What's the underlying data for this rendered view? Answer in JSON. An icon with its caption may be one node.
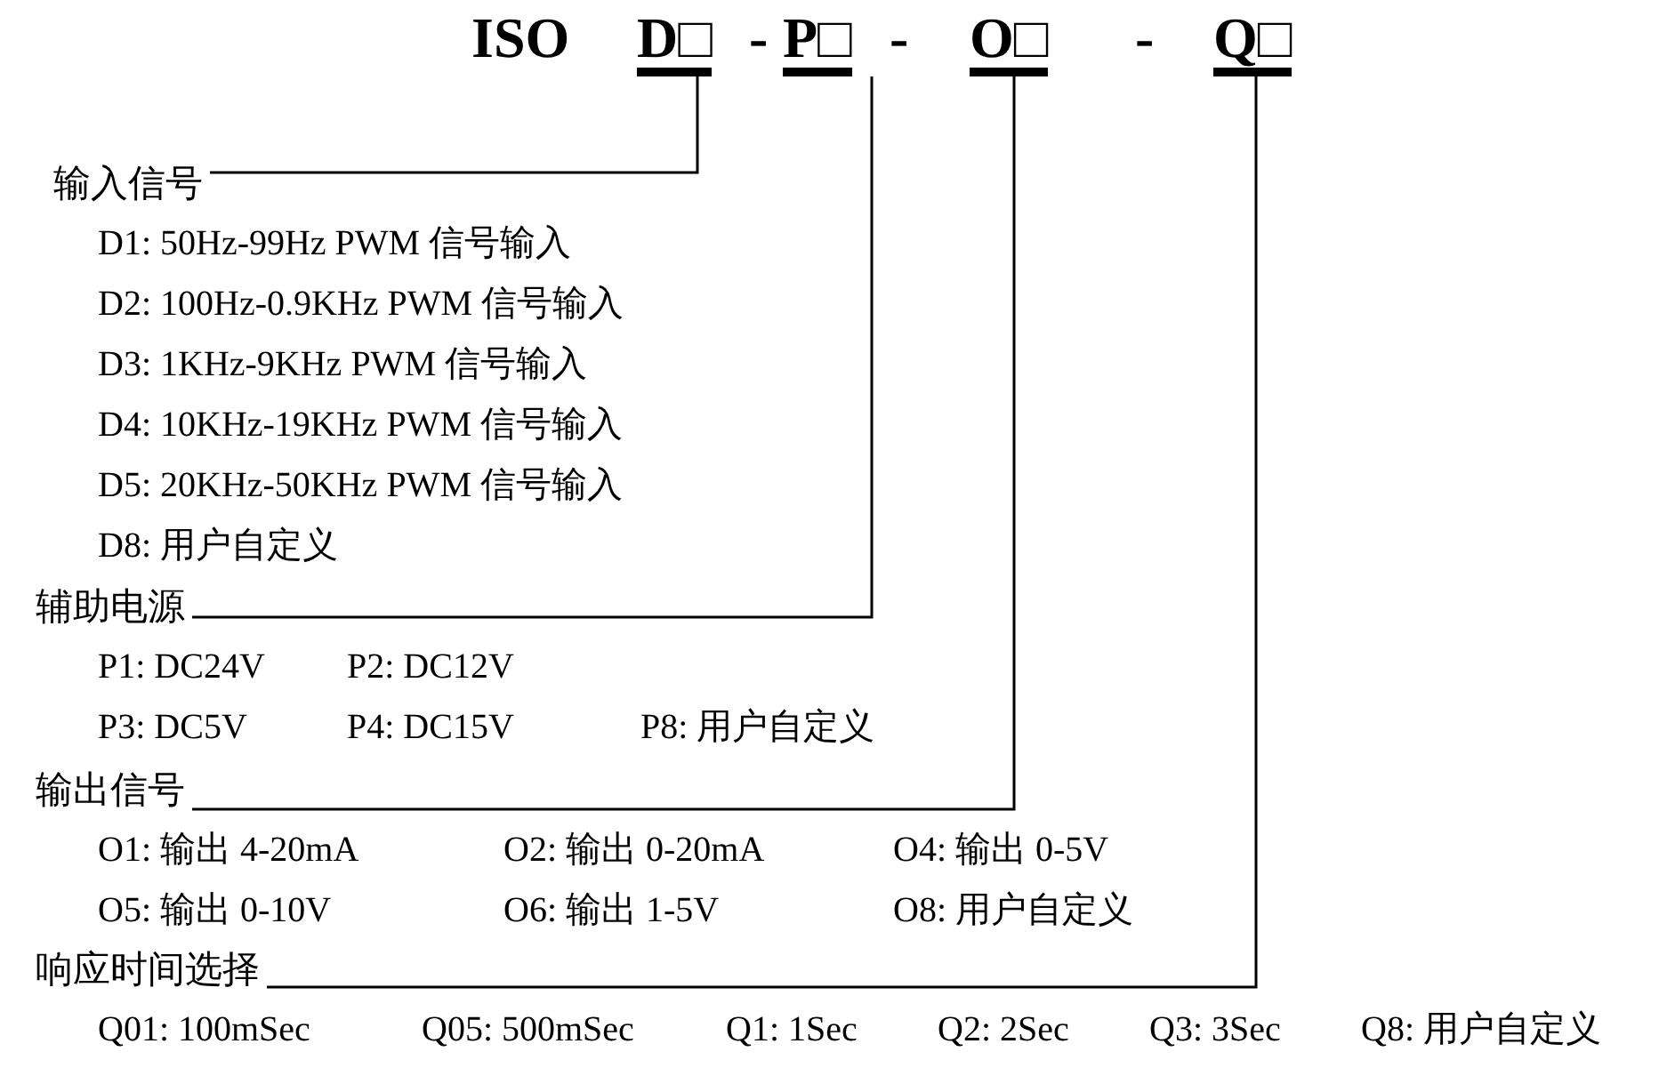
{
  "diagram": {
    "nodes": [
      {
        "text": [
          "D□"
        ]
      },
      {
        "text": [
          "P□"
        ]
      },
      {
        "text": [
          "O□"
        ]
      },
      {
        "text": [
          "Q□"
        ]
      },
      {
        "text": [
          "输入信号"
        ]
      },
      {
        "text": [
          "辅助电源"
        ]
      },
      {
        "text": [
          "输出信号"
        ]
      },
      {
        "text": [
          "响应时间选择"
        ]
      }
    ],
    "edges": [
      {
        "from": 0,
        "to": 4,
        "arrow": "none"
      },
      {
        "from": 1,
        "to": 5,
        "arrow": "none"
      },
      {
        "from": 2,
        "to": 6,
        "arrow": "none"
      },
      {
        "from": 3,
        "to": 7,
        "arrow": "none"
      }
    ],
    "labels": [
      "ISO",
      "-",
      "-",
      "-",
      "D1: 50Hz-99Hz PWM 信号输入",
      "D2: 100Hz-0.9KHz PWM 信号输入",
      "D3: 1KHz-9KHz PWM 信号输入",
      "D4: 10KHz-19KHz PWM 信号输入",
      "D5: 20KHz-50KHz PWM 信号输入",
      "D8: 用户自定义",
      "P1: DC24V",
      "P2: DC12V",
      "P3: DC5V",
      "P4: DC15V",
      "P8: 用户自定义",
      "O1: 输出 4-20mA",
      "O2: 输出 0-20mA",
      "O4: 输出 0-5V",
      "O5: 输出 0-10V",
      "O6: 输出 1-5V",
      "O8: 用户自定义",
      "Q01: 100mSec",
      "Q05: 500mSec",
      "Q1: 1Sec",
      "Q2: 2Sec",
      "Q3: 3Sec",
      "Q8: 用户自定义"
    ]
  }
}
